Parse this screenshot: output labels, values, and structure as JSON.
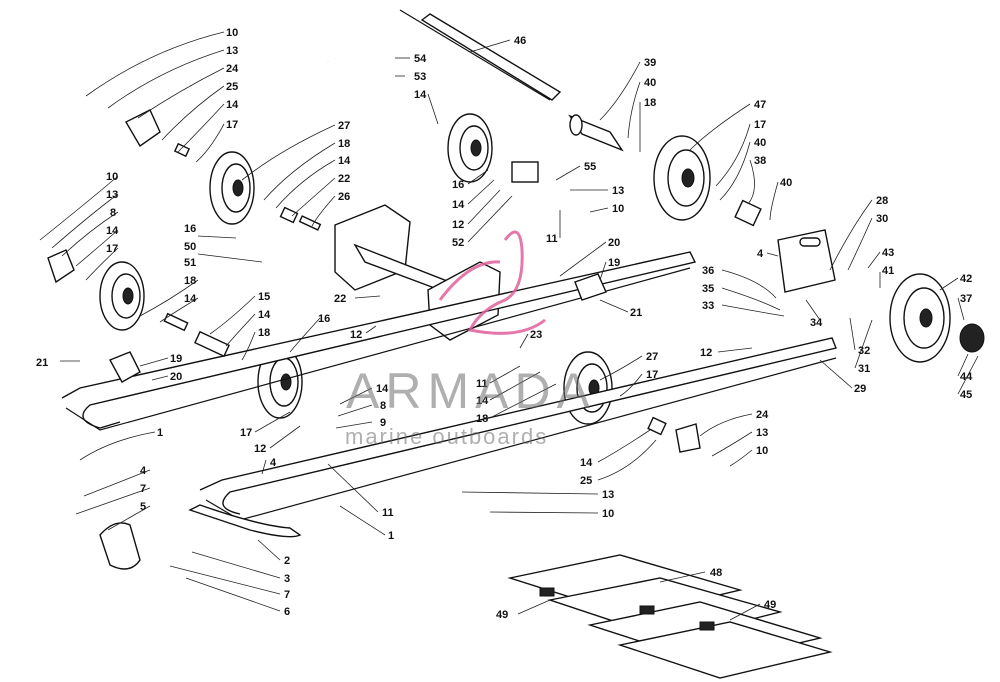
{
  "watermark": {
    "title": "ARMADA",
    "subtitle": "marine outboards",
    "logo_color": "#e0609a"
  },
  "callouts": [
    {
      "id": "c1",
      "text": "46"
    },
    {
      "id": "c2",
      "text": "54"
    },
    {
      "id": "c3",
      "text": "53"
    },
    {
      "id": "c4",
      "text": "14"
    },
    {
      "id": "c5",
      "text": "10"
    },
    {
      "id": "c6",
      "text": "13"
    },
    {
      "id": "c7",
      "text": "24"
    },
    {
      "id": "c8",
      "text": "25"
    },
    {
      "id": "c9",
      "text": "14"
    },
    {
      "id": "c10",
      "text": "17"
    },
    {
      "id": "c11",
      "text": "27"
    },
    {
      "id": "c12",
      "text": "18"
    },
    {
      "id": "c13",
      "text": "14"
    },
    {
      "id": "c14",
      "text": "22"
    },
    {
      "id": "c15",
      "text": "26"
    },
    {
      "id": "c16",
      "text": "39"
    },
    {
      "id": "c17",
      "text": "40"
    },
    {
      "id": "c18",
      "text": "18"
    },
    {
      "id": "c19",
      "text": "47"
    },
    {
      "id": "c20",
      "text": "17"
    },
    {
      "id": "c21",
      "text": "40"
    },
    {
      "id": "c22",
      "text": "38"
    },
    {
      "id": "c23",
      "text": "40"
    },
    {
      "id": "c24",
      "text": "55"
    },
    {
      "id": "c25",
      "text": "13"
    },
    {
      "id": "c26",
      "text": "10"
    },
    {
      "id": "c27",
      "text": "16"
    },
    {
      "id": "c28",
      "text": "14"
    },
    {
      "id": "c29",
      "text": "12"
    },
    {
      "id": "c30",
      "text": "52"
    },
    {
      "id": "c31",
      "text": "11"
    },
    {
      "id": "c32",
      "text": "10"
    },
    {
      "id": "c33",
      "text": "13"
    },
    {
      "id": "c34",
      "text": "8"
    },
    {
      "id": "c35",
      "text": "14"
    },
    {
      "id": "c36",
      "text": "17"
    },
    {
      "id": "c37",
      "text": "16"
    },
    {
      "id": "c38",
      "text": "50"
    },
    {
      "id": "c39",
      "text": "51"
    },
    {
      "id": "c40",
      "text": "18"
    },
    {
      "id": "c41",
      "text": "14"
    },
    {
      "id": "c42",
      "text": "15"
    },
    {
      "id": "c43",
      "text": "14"
    },
    {
      "id": "c44",
      "text": "18"
    },
    {
      "id": "c45",
      "text": "21"
    },
    {
      "id": "c46",
      "text": "19"
    },
    {
      "id": "c47",
      "text": "20"
    },
    {
      "id": "c48",
      "text": "16"
    },
    {
      "id": "c49",
      "text": "12"
    },
    {
      "id": "c50",
      "text": "22"
    },
    {
      "id": "c51",
      "text": "20"
    },
    {
      "id": "c52",
      "text": "19"
    },
    {
      "id": "c53",
      "text": "21"
    },
    {
      "id": "c54",
      "text": "23"
    },
    {
      "id": "c55",
      "text": "28"
    },
    {
      "id": "c56",
      "text": "30"
    },
    {
      "id": "c57",
      "text": "4"
    },
    {
      "id": "c58",
      "text": "36"
    },
    {
      "id": "c59",
      "text": "35"
    },
    {
      "id": "c60",
      "text": "33"
    },
    {
      "id": "c61",
      "text": "43"
    },
    {
      "id": "c62",
      "text": "42"
    },
    {
      "id": "c63",
      "text": "37"
    },
    {
      "id": "c64",
      "text": "34"
    },
    {
      "id": "c65",
      "text": "32"
    },
    {
      "id": "c66",
      "text": "31"
    },
    {
      "id": "c67",
      "text": "29"
    },
    {
      "id": "c68",
      "text": "44"
    },
    {
      "id": "c69",
      "text": "45"
    },
    {
      "id": "c70",
      "text": "12"
    },
    {
      "id": "c71",
      "text": "27"
    },
    {
      "id": "c72",
      "text": "17"
    },
    {
      "id": "c73",
      "text": "11"
    },
    {
      "id": "c74",
      "text": "14"
    },
    {
      "id": "c75",
      "text": "18"
    },
    {
      "id": "c76",
      "text": "14"
    },
    {
      "id": "c77",
      "text": "8"
    },
    {
      "id": "c78",
      "text": "9"
    },
    {
      "id": "c79",
      "text": "17"
    },
    {
      "id": "c80",
      "text": "12"
    },
    {
      "id": "c81",
      "text": "1"
    },
    {
      "id": "c82",
      "text": "4"
    },
    {
      "id": "c83",
      "text": "7"
    },
    {
      "id": "c84",
      "text": "5"
    },
    {
      "id": "c85",
      "text": "4"
    },
    {
      "id": "c86",
      "text": "11"
    },
    {
      "id": "c87",
      "text": "1"
    },
    {
      "id": "c88",
      "text": "13"
    },
    {
      "id": "c89",
      "text": "10"
    },
    {
      "id": "c90",
      "text": "24"
    },
    {
      "id": "c91",
      "text": "13"
    },
    {
      "id": "c92",
      "text": "10"
    },
    {
      "id": "c93",
      "text": "14"
    },
    {
      "id": "c94",
      "text": "25"
    },
    {
      "id": "c95",
      "text": "2"
    },
    {
      "id": "c96",
      "text": "3"
    },
    {
      "id": "c97",
      "text": "7"
    },
    {
      "id": "c98",
      "text": "6"
    },
    {
      "id": "c99",
      "text": "48"
    },
    {
      "id": "c100",
      "text": "49"
    },
    {
      "id": "c101",
      "text": "49"
    },
    {
      "id": "c102",
      "text": "41"
    }
  ]
}
